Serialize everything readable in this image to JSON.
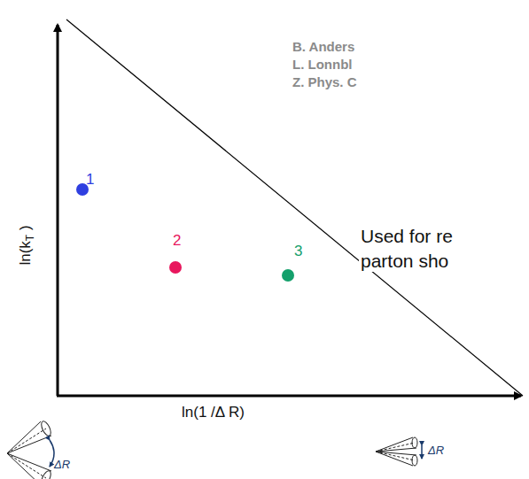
{
  "diagram": {
    "labels": [
      "B. Anders",
      "L. Lonnbl",
      "Z. Phys. C",
      "Used for re",
      "parton sho",
      "1",
      "2",
      "3",
      "ln(k",
      "T",
      " )",
      "ln(1 /Δ R)",
      "ΔR",
      "ΔR"
    ]
  }
}
